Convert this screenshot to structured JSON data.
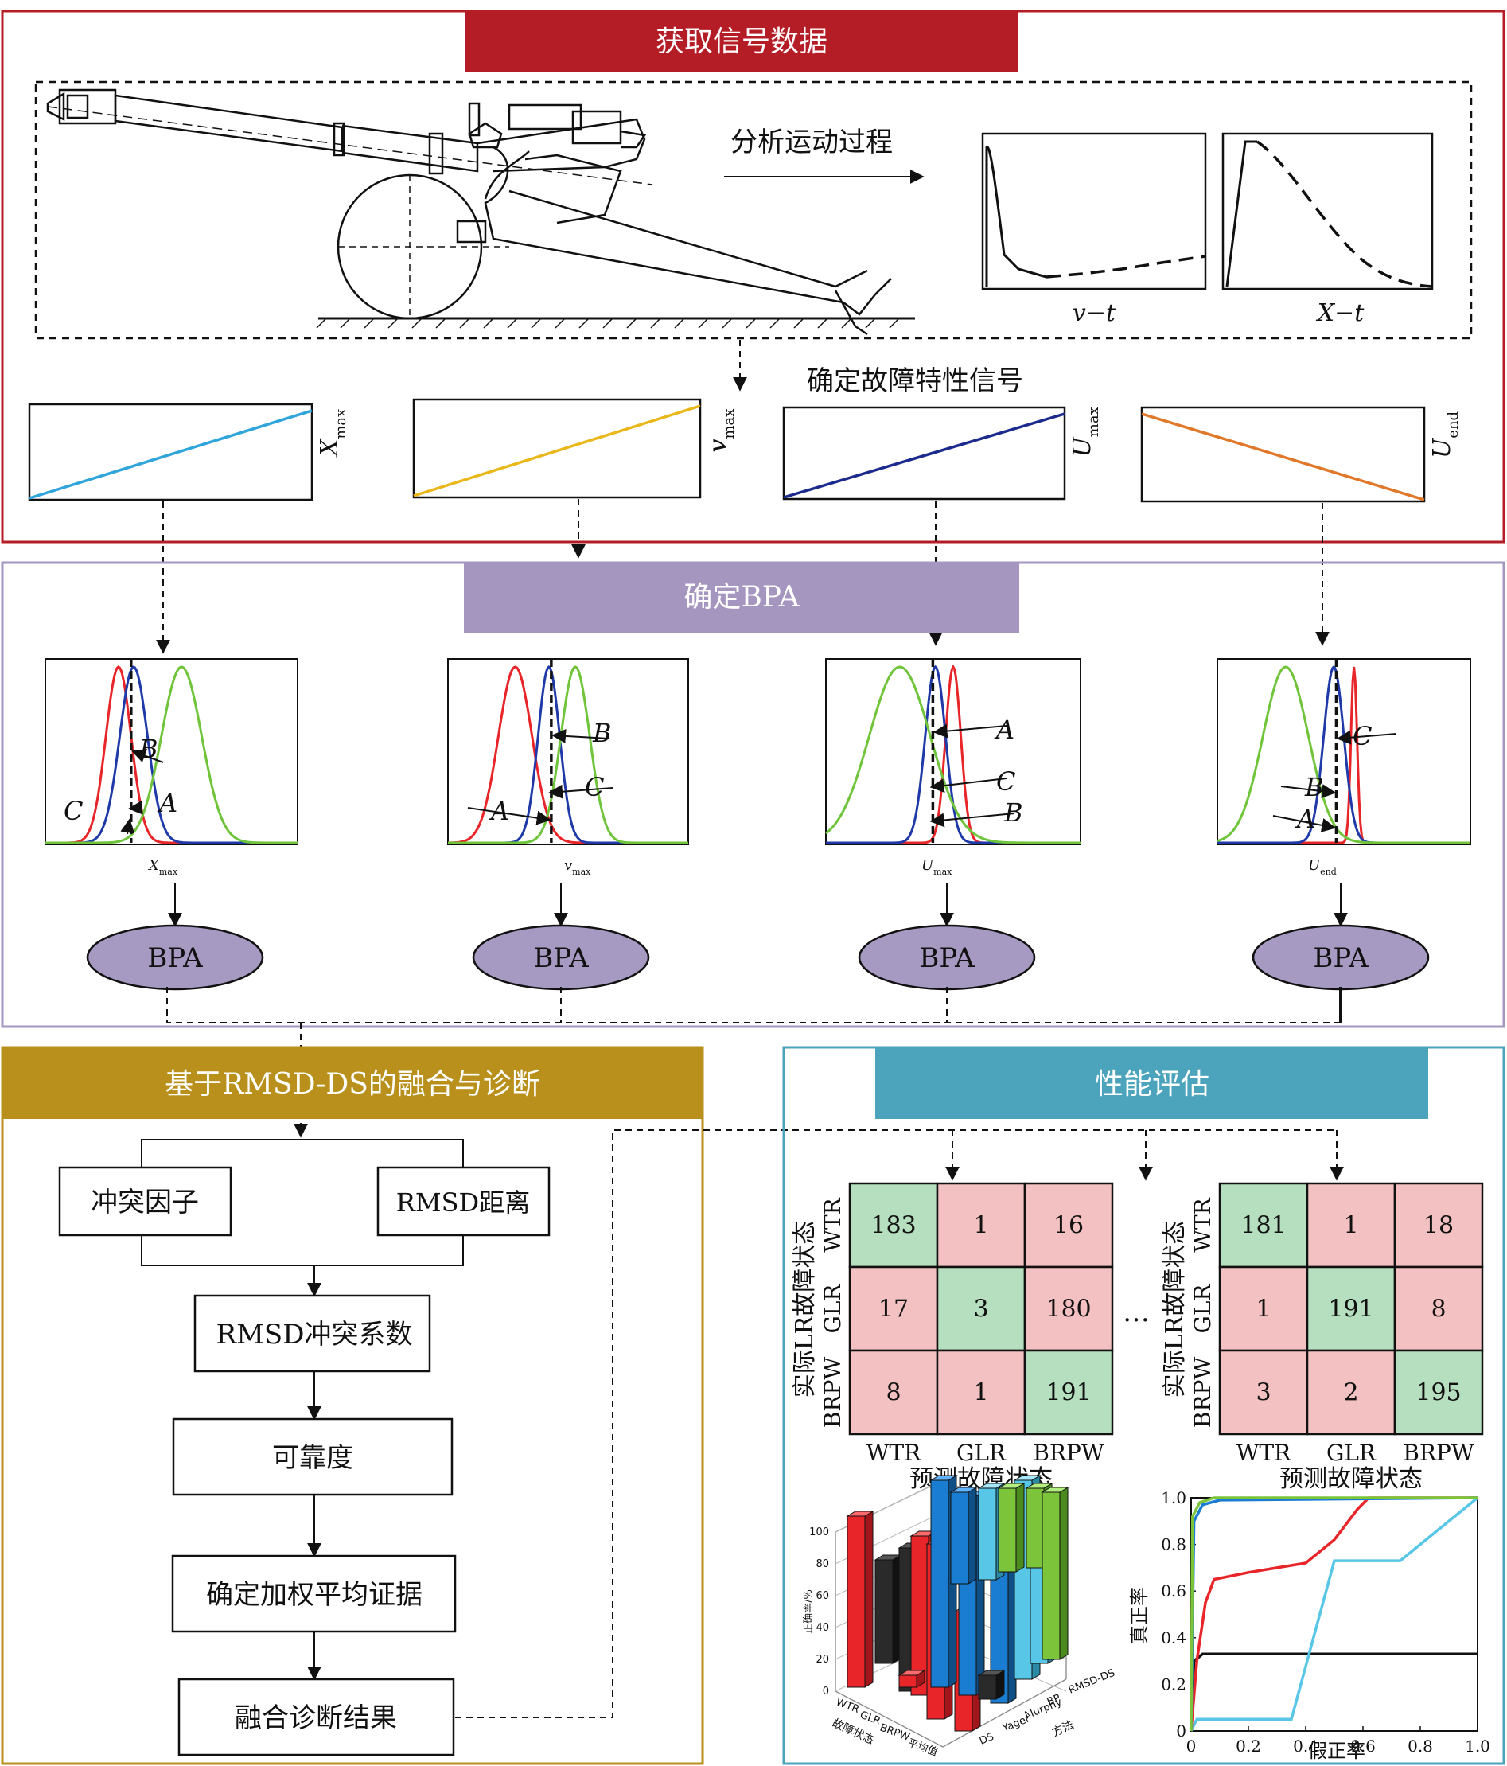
{
  "sections": {
    "acquire": {
      "title": "获取信号数据",
      "color": "#b51d26"
    },
    "bpa": {
      "title": "确定BPA",
      "color": "#a596c0"
    },
    "fusion": {
      "title": "基于RMSD-DS的融合与诊断",
      "color": "#b8901b"
    },
    "perf": {
      "title": "性能评估",
      "color": "#4ba3bc"
    }
  },
  "acquire": {
    "analyze_label": "分析运动过程",
    "fault_signal_label": "确定故障特性信号",
    "curve_labels": [
      "v−t",
      "X−t"
    ],
    "signals": [
      {
        "label": "X",
        "sub": "max",
        "color": "#2fa5db"
      },
      {
        "label": "v",
        "sub": "max",
        "color": "#eab71b"
      },
      {
        "label": "U",
        "sub": "max",
        "color": "#1b2a8c"
      },
      {
        "label": "U",
        "sub": "end",
        "color": "#e0782a"
      }
    ]
  },
  "bpa": {
    "node_label": "BPA",
    "node_color": "#a69ac2",
    "curve_colors": {
      "red": "#e8262a",
      "blue": "#1f3aa8",
      "green": "#6fc43a"
    },
    "plots": [
      {
        "axis": "X",
        "sub": "max",
        "labels": [
          "B",
          "A",
          "C"
        ]
      },
      {
        "axis": "v",
        "sub": "max",
        "labels": [
          "B",
          "C",
          "A"
        ]
      },
      {
        "axis": "U",
        "sub": "max",
        "labels": [
          "A",
          "C",
          "B"
        ]
      },
      {
        "axis": "U",
        "sub": "end",
        "labels": [
          "C",
          "B",
          "A"
        ]
      }
    ]
  },
  "fusion": {
    "conflict_factor": "冲突因子",
    "rmsd_distance": "RMSD距离",
    "rmsd_coef": "RMSD冲突系数",
    "reliability": "可靠度",
    "weighted_evidence": "确定加权平均证据",
    "result": "融合诊断结果"
  },
  "perf": {
    "ellipsis": "…",
    "confusion": {
      "classes": [
        "WTR",
        "GLR",
        "BRPW"
      ],
      "ylabel": "实际LR故障状态",
      "xlabel": "预测故障状态",
      "matrices": [
        [
          [
            183,
            1,
            16
          ],
          [
            17,
            3,
            180
          ],
          [
            8,
            1,
            191
          ]
        ],
        [
          [
            181,
            1,
            18
          ],
          [
            1,
            191,
            8
          ],
          [
            3,
            2,
            195
          ]
        ]
      ],
      "diag_color": "#b5dfbf",
      "off_color": "#f3c1c1"
    },
    "bar3d": {
      "ylabel": "正确率/%",
      "yticks": [
        "0",
        "20",
        "40",
        "60",
        "80",
        "100"
      ],
      "state_ticks": [
        "WTR",
        "GLR",
        "BRPW"
      ],
      "state_axis": "故障状态",
      "avg_tick": "平均值",
      "method_ticks": [
        "DS",
        "Yager",
        "Murphy",
        "BP",
        "RMSD-DS"
      ],
      "method_axis": "方法"
    },
    "roc": {
      "ylabel": "真正率",
      "xlabel": "假正率",
      "xticks": [
        "0",
        "0.2",
        "0.4",
        "0.6",
        "0.8",
        "1.0"
      ],
      "yticks": [
        "0",
        "0.2",
        "0.4",
        "0.6",
        "0.8",
        "1.0"
      ]
    }
  }
}
